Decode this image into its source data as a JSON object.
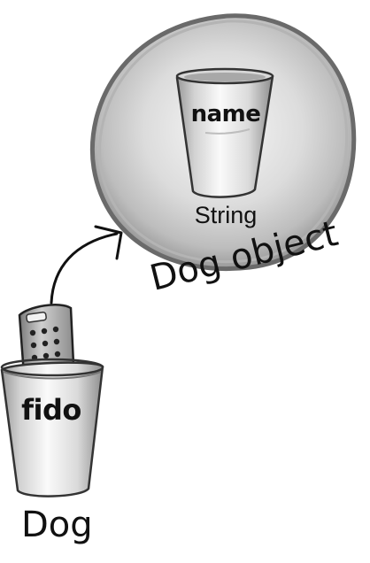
{
  "object": {
    "variable_name": "name",
    "variable_type": "String",
    "caption": "Dog object"
  },
  "reference": {
    "variable_name": "fido",
    "type_label": "Dog"
  },
  "icons": {
    "object_bubble": "circle-blob-icon",
    "object_cup": "cup-icon",
    "reference_cup": "cup-icon",
    "remote": "remote-control-icon",
    "arrow": "arrow-icon"
  },
  "colors": {
    "ink": "#111111",
    "bubble_fill": "#c9c9c9",
    "bubble_rim": "#7a7a7a",
    "cup_light": "#f4f4f4",
    "cup_shade": "#8a8a8a"
  }
}
